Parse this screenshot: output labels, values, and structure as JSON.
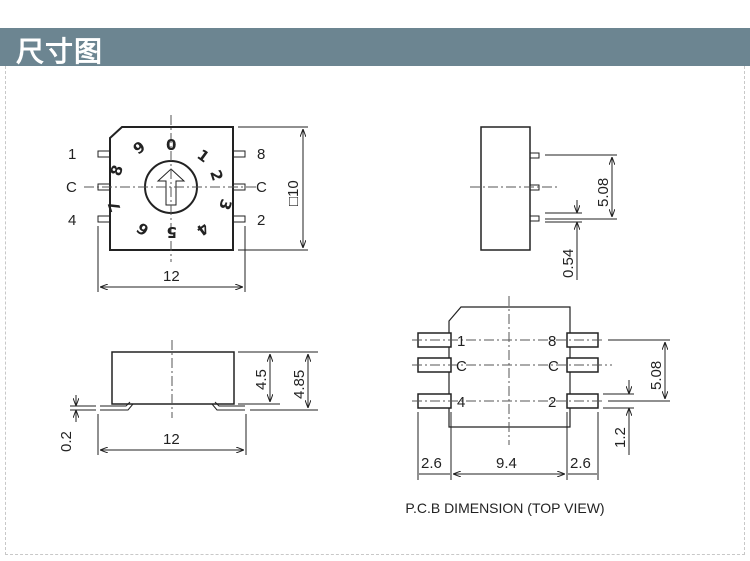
{
  "header": {
    "title": "尺寸图"
  },
  "top_view": {
    "pins_left": [
      "1",
      "C",
      "4"
    ],
    "pins_right": [
      "8",
      "C",
      "2"
    ],
    "dial_numbers": [
      "0",
      "1",
      "2",
      "3",
      "4",
      "5",
      "6",
      "7",
      "8",
      "9"
    ],
    "width_dim": "12",
    "height_dim": "□10"
  },
  "side_view_right": {
    "pitch_dim": "5.08",
    "lead_dim": "0.54"
  },
  "side_view_bottom": {
    "height_dim_1": "4.5",
    "height_dim_2": "4.85",
    "lead_thickness_dim": "0.2",
    "width_dim": "12"
  },
  "pcb_view": {
    "pads_left": [
      "1",
      "C",
      "4"
    ],
    "pads_right": [
      "8",
      "C",
      "2"
    ],
    "pitch_dim": "5.08",
    "pad_width_dim": "1.2",
    "dim_left": "2.6",
    "dim_center": "9.4",
    "dim_right": "2.6",
    "caption": "P.C.B DIMENSION (TOP VIEW)"
  }
}
